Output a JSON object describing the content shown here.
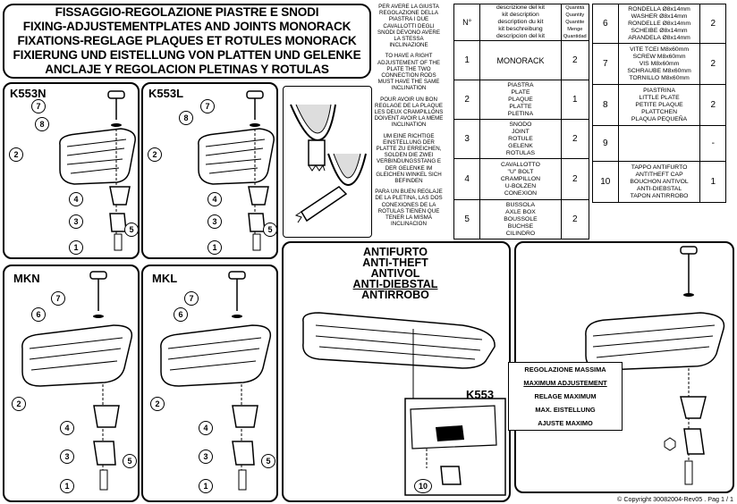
{
  "title_lines": [
    "FISSAGGIO-REGOLAZIONE PIASTRE E SNODI",
    "FIXING-ADJUSTEMENTPLATES AND JOINTS MONORACK",
    "FIXATIONS-REGLAGE PLAQUES ET ROTULES MONORACK",
    "FIXIERUNG UND EISTELLUNG VON PLATTEN UND GELENKE",
    "ANCLAJE Y REGOLACION PLETINAS Y ROTULAS"
  ],
  "notes": [
    "PER AVERE LA GIUSTA REGOLAZIONE DELLA PIASTRA I DUE CAVALLOTTI DEGLI SNODI DEVONO AVERE LA STESSA INCLINAZIONE",
    "TO HAVE A RIGHT ADJUSTEMENT OF THE PLATE THE TWO CONNECTION RODS MUST HAVE THE SAME INCLINATION",
    "POUR AVOIR UN BON REGLAGE DE LA PLAQUE LES DEUX CRAMPILLONS DOIVENT AVOIR LA MEME INCLINATION",
    "UM EINE RICHTIGE EINSTELLUNG DER PLATTE ZU ERREICHEN, SOLDEN DIE ZWEI VERBINDUNGSSTANG E DER GELENKE IM GLEICHEN WINKEL SICH BEFINDEN",
    "PARA UN BUEN REGLAJE DE LA PLETINA, LAS DOS CONEXIONES DE LA ROTULAS TIENEN QUE TENER LA MISMA INCLINACION"
  ],
  "table_left": {
    "header": {
      "num": "N°",
      "desc": "descrizione del kit\nkit description\ndescription du kit\nkit beschreibung\ndescripcion del kit",
      "qty": "Quantità\nQuantity\nQuantite\nMenge\nQuantidad"
    },
    "rows": [
      {
        "num": "1",
        "desc": "MONORACK",
        "qty": "2"
      },
      {
        "num": "2",
        "desc": "PIASTRA\nPLATE\nPLAQUE\nPLATTE\nPLETINA",
        "qty": "1"
      },
      {
        "num": "3",
        "desc": "SNODO\nJOINT\nROTULE\nGELENK\nROTULAS",
        "qty": "2"
      },
      {
        "num": "4",
        "desc": "CAVALLOTTO\n\"U\" BOLT\nCRAMPILLON\nU-BOLZEN\nCONEXION",
        "qty": "2"
      },
      {
        "num": "5",
        "desc": "BUSSOLA\nAXLE BOX\nBOUSSOLE\nBUCHSE\nCILINDRO",
        "qty": "2"
      }
    ]
  },
  "table_right": {
    "rows": [
      {
        "num": "6",
        "desc": "RONDELLA Ø8x14mm\nWASHER Ø8x14mm\nRONDELLE Ø8x14mm\nSCHEIBE Ø8x14mm\nARANDELA Ø8x14mm",
        "qty": "2"
      },
      {
        "num": "7",
        "desc": "VITE TCEI M8x60mm\nSCREW M8x60mm\nVIS M8x60mm\nSCHRAUBE M8x60mm\nTORNILLO M8x60mm",
        "qty": "2"
      },
      {
        "num": "8",
        "desc": "PIASTRINA\nLITTLE PLATE\nPETITE PLAQUE\nPLATTCHEN\nPLAQUA PEQUEÑA",
        "qty": "2"
      },
      {
        "num": "9",
        "desc": "",
        "qty": "-"
      },
      {
        "num": "10",
        "desc": "TAPPO ANTIFURTO\nANTITHEFT CAP\nBOUCHON ANTIVOL\nANTI-DIEBSTAL\nTAPON ANTIRROBO",
        "qty": "1"
      }
    ]
  },
  "panels": {
    "k553n": "K553N",
    "k553l": "K553L",
    "mkn": "MKN",
    "mkl": "MKL",
    "k553": "K553"
  },
  "antitheft_lines": [
    "ANTIFURTO",
    "ANTI-THEFT",
    "ANTIVOL",
    "ANTI-DIEBSTAL",
    "ANTIRROBO"
  ],
  "adjust_lines": [
    "REGOLAZIONE MASSIMA",
    "MAXIMUM ADJUSTEMENT",
    "RELAGE MAXIMUM",
    "MAX. EISTELLUNG",
    "AJUSTE MAXIMO"
  ],
  "callouts": {
    "n1": "1",
    "n2": "2",
    "n3": "3",
    "n4": "4",
    "n5": "5",
    "n6": "6",
    "n7": "7",
    "n8": "8",
    "n10": "10"
  },
  "copyright": "© Copyright 30082004-Rev05 . Pag 1 / 1"
}
